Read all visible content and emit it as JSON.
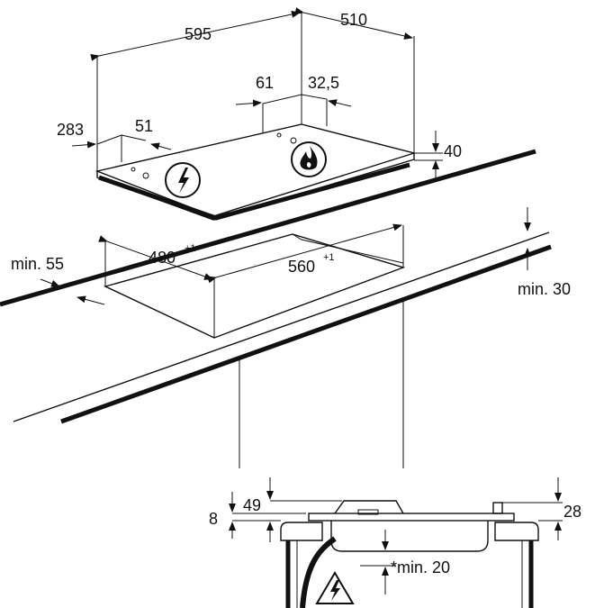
{
  "dimensions": {
    "width_total": "595",
    "depth_total": "510",
    "control_offset": "61",
    "control_offset_2": "32,5",
    "left_edge": "283",
    "left_inset": "51",
    "height": "40",
    "cutout_depth": "480",
    "cutout_depth_tol": "+1",
    "cutout_width": "560",
    "cutout_width_tol": "+1",
    "min_front": "min. 55",
    "min_thickness": "min. 30"
  },
  "section": {
    "side_offset": "8",
    "clip_offset": "49",
    "top_height": "28",
    "clearance": "*min. 20"
  },
  "icons": {
    "electric": "electric-warning-icon",
    "gas": "gas-flame-icon",
    "warning": "electric-hazard-icon"
  }
}
